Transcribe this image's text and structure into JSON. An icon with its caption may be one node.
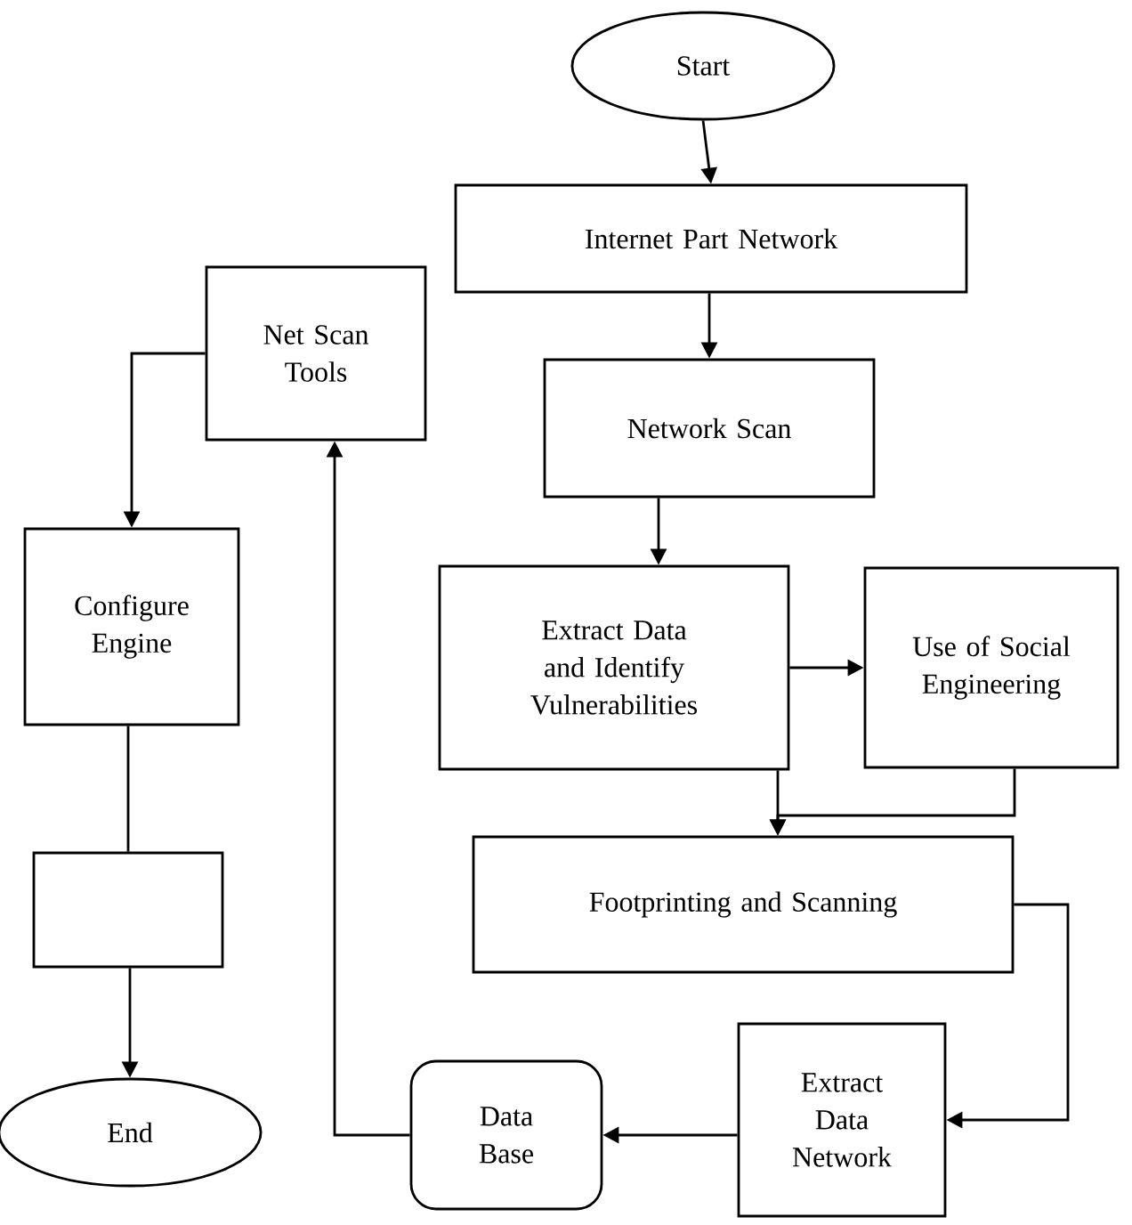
{
  "diagram": {
    "nodes": [
      {
        "text": [
          "Start"
        ]
      },
      {
        "text": [
          "Internet Part Network"
        ]
      },
      {
        "text": [
          "Network Scan"
        ]
      },
      {
        "text": [
          "Extract Data and Identify Vulnerabilities"
        ]
      },
      {
        "text": [
          "Use of Social Engineering"
        ]
      },
      {
        "text": [
          "Footprinting and Scanning"
        ]
      },
      {
        "text": [
          "Extract Data Network"
        ]
      },
      {
        "text": [
          "Data Base"
        ]
      },
      {
        "text": [
          "Net Scan Tools"
        ]
      },
      {
        "text": [
          "Configure Engine"
        ]
      },
      {
        "text": [],
        "shape": "box"
      },
      {
        "text": [
          "End"
        ]
      }
    ],
    "edges": [
      {
        "from": 0,
        "to": 1,
        "arrow": "to"
      },
      {
        "from": 1,
        "to": 2,
        "arrow": "to"
      },
      {
        "from": 2,
        "to": 3,
        "arrow": "to"
      },
      {
        "from": 3,
        "to": 4,
        "arrow": "to"
      },
      {
        "from": 3,
        "to": 5,
        "arrow": "to"
      },
      {
        "from": 4,
        "to": 5,
        "arrow": "to"
      },
      {
        "from": 5,
        "to": 6,
        "arrow": "to"
      },
      {
        "from": 6,
        "to": 7,
        "arrow": "to"
      },
      {
        "from": 7,
        "to": 8,
        "arrow": "to"
      },
      {
        "from": 8,
        "to": 9,
        "arrow": "to"
      },
      {
        "from": 9,
        "to": 10,
        "arrow": "none"
      },
      {
        "from": 10,
        "to": 11,
        "arrow": "to"
      }
    ]
  }
}
